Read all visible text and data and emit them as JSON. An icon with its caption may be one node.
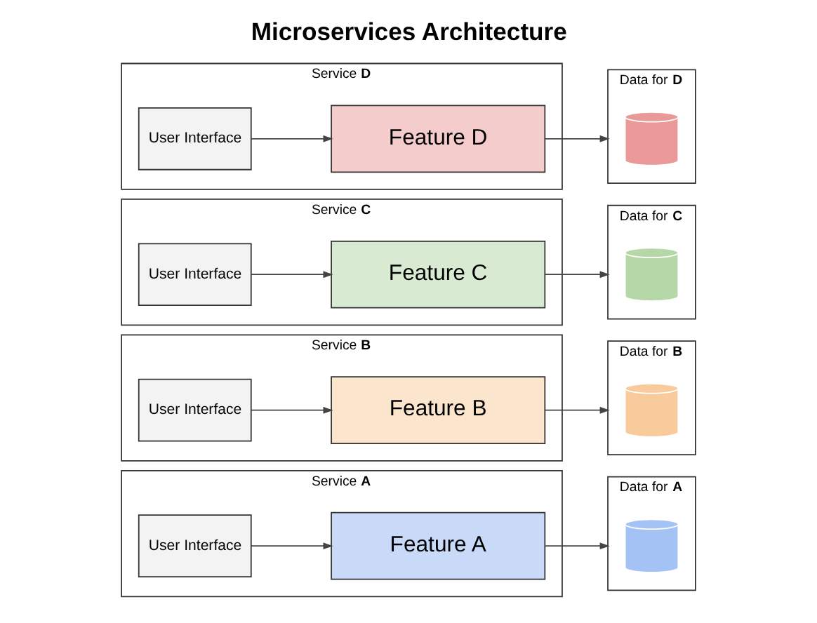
{
  "diagram": {
    "title": "Microservices Architecture",
    "nodes": [
      {
        "text": [
          "Service **A**"
        ]
      },
      {
        "text": [
          "User Interface"
        ],
        "in": 0
      },
      {
        "text": [
          "Feature A"
        ],
        "in": 0
      },
      {
        "text": [
          "Data for **A**"
        ]
      },
      {
        "text": [],
        "shape": "cylinder",
        "in": 3
      },
      {
        "text": [
          "Service **B**"
        ]
      },
      {
        "text": [
          "User Interface"
        ],
        "in": 5
      },
      {
        "text": [
          "Feature B"
        ],
        "in": 5
      },
      {
        "text": [
          "Data for **B**"
        ]
      },
      {
        "text": [],
        "shape": "cylinder",
        "in": 8
      },
      {
        "text": [
          "Service **C**"
        ]
      },
      {
        "text": [
          "User Interface"
        ],
        "in": 10
      },
      {
        "text": [
          "Feature C"
        ],
        "in": 10
      },
      {
        "text": [
          "Data for **C**"
        ]
      },
      {
        "text": [],
        "shape": "cylinder",
        "in": 13
      },
      {
        "text": [
          "Service **D**"
        ]
      },
      {
        "text": [
          "User Interface"
        ],
        "in": 15
      },
      {
        "text": [
          "Feature D"
        ],
        "in": 15
      },
      {
        "text": [
          "Data for **D**"
        ]
      },
      {
        "text": [],
        "shape": "cylinder",
        "in": 18
      }
    ],
    "edges": [
      {
        "from": 1,
        "to": 2,
        "arrow": "to"
      },
      {
        "from": 2,
        "to": 4,
        "arrow": "to"
      },
      {
        "from": 6,
        "to": 7,
        "arrow": "to"
      },
      {
        "from": 7,
        "to": 9,
        "arrow": "to"
      },
      {
        "from": 11,
        "to": 12,
        "arrow": "to"
      },
      {
        "from": 12,
        "to": 14,
        "arrow": "to"
      },
      {
        "from": 16,
        "to": 17,
        "arrow": "to"
      },
      {
        "from": 17,
        "to": 19,
        "arrow": "to"
      }
    ]
  }
}
